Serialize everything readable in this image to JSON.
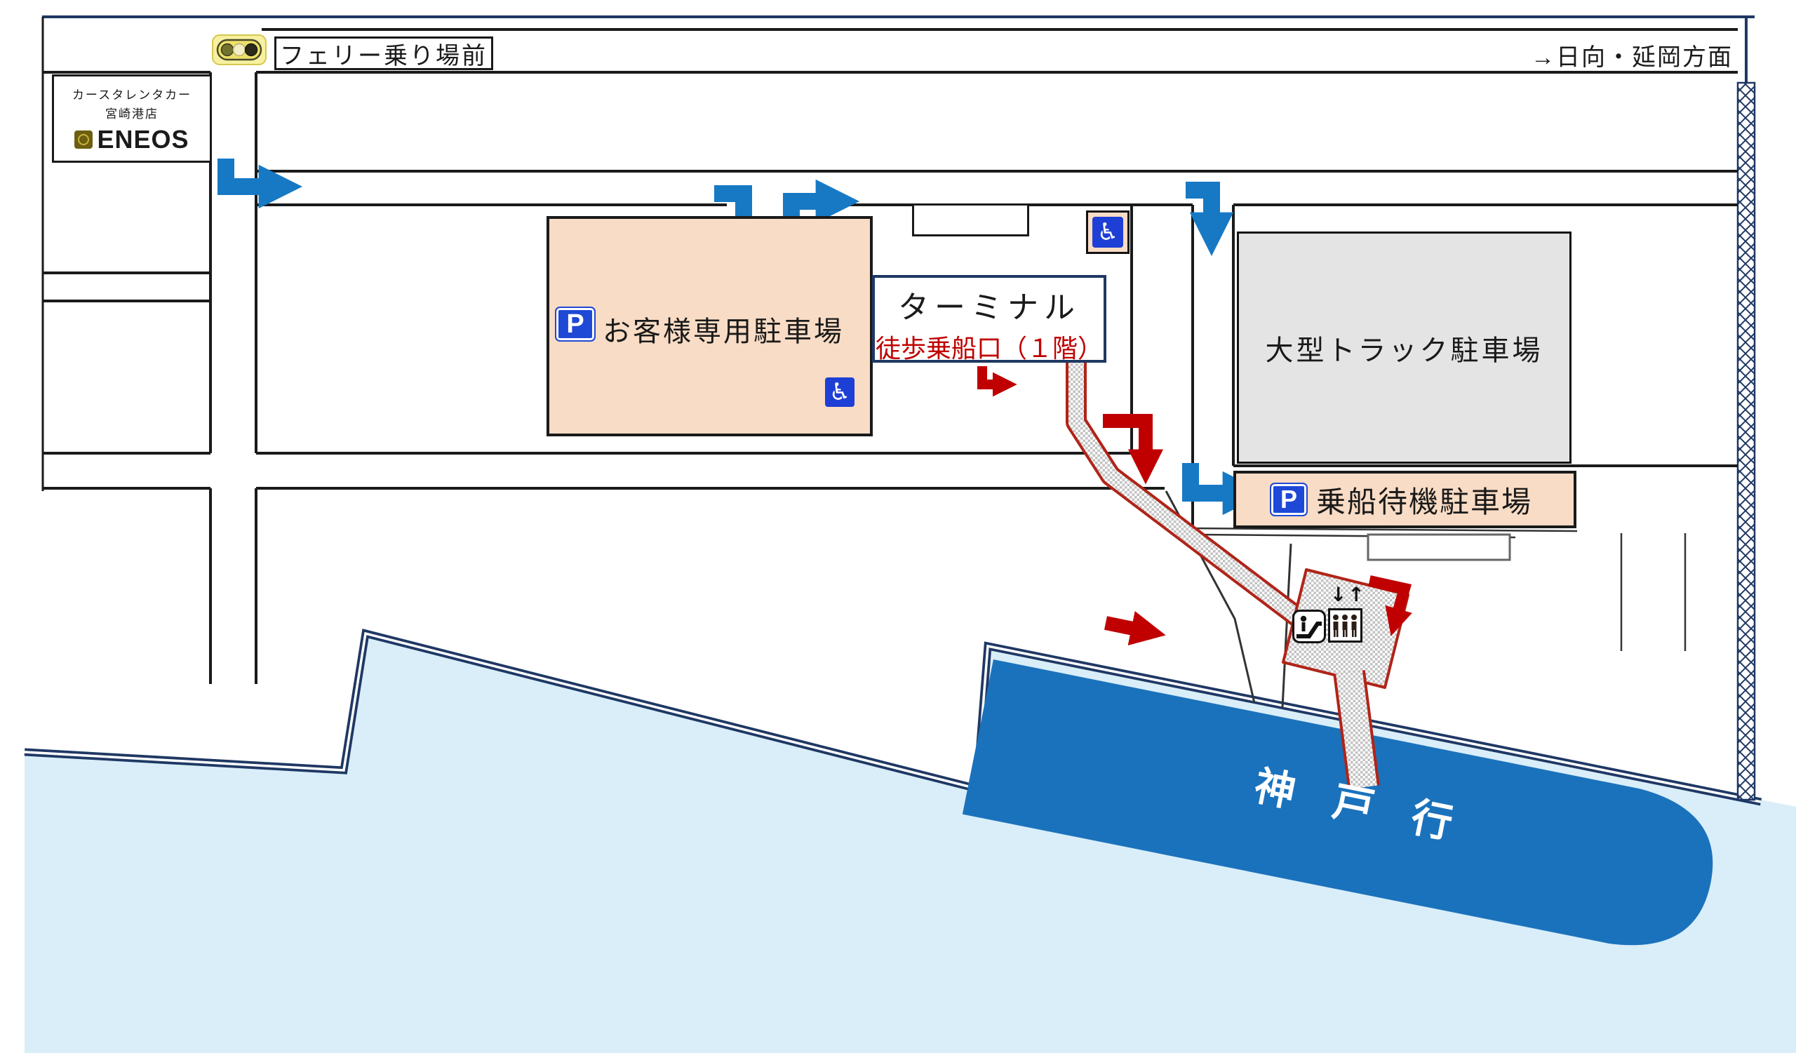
{
  "labels": {
    "intersection": "フェリー乗り場前",
    "direction": "→日向・延岡方面",
    "rental_line1": "カースタレンタカー",
    "rental_line2": "宮崎港店",
    "rental_brand": "ENEOS",
    "customer_parking": "お客様専用駐車場",
    "terminal_title": "ターミナル",
    "terminal_note": "徒歩乗船口（１階）",
    "truck_parking": "大型トラック駐車場",
    "waiting_parking": "乗船待機駐車場",
    "ship_destination": "神戸行",
    "parking_p": "P",
    "wheelchair": "♿",
    "elevator_arrows": "↓↑"
  },
  "icons": [
    "traffic-light-icon",
    "parking-p-icon",
    "wheelchair-icon",
    "motorcycle-icon",
    "escalator-icon",
    "elevator-icon",
    "blue-route-arrow",
    "red-walk-arrow"
  ],
  "colors": {
    "route_blue": "#1779C4",
    "sign_blue": "#1E49D6",
    "walk_red": "#C00000",
    "path_border_red": "#B02418",
    "parking_peach": "#F9DCC5",
    "truck_lot_gray": "#E4E4E4",
    "quay_navy": "#1F3864",
    "water": "#D9EEF9",
    "ship_blue": "#1B72BC"
  }
}
